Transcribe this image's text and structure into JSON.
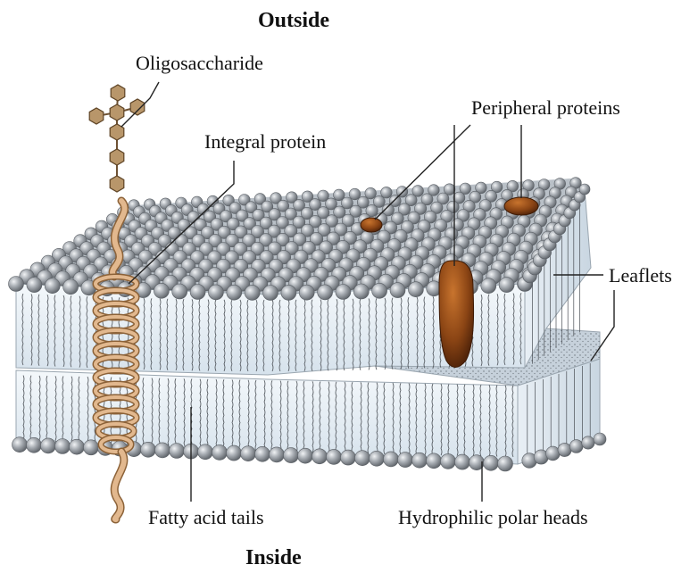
{
  "labels": {
    "outside": "Outside",
    "inside": "Inside",
    "oligosaccharide": "Oligosaccharide",
    "integral_protein": "Integral protein",
    "peripheral_proteins": "Peripheral proteins",
    "leaflets": "Leaflets",
    "fatty_acid_tails": "Fatty acid tails",
    "hydrophilic_polar_heads": "Hydrophilic polar heads"
  },
  "colors": {
    "polar_head": "#8e9399",
    "polar_head_highlight": "#eef0f2",
    "membrane_face": "#e4ecf3",
    "tail_line": "#4a4f55",
    "protein_brown": "#7a3a10",
    "protein_highlight": "#b8682a",
    "helix_tan": "#d9aa7c",
    "sugar_hexagon": "#b8966a",
    "leader_line": "#222222"
  }
}
